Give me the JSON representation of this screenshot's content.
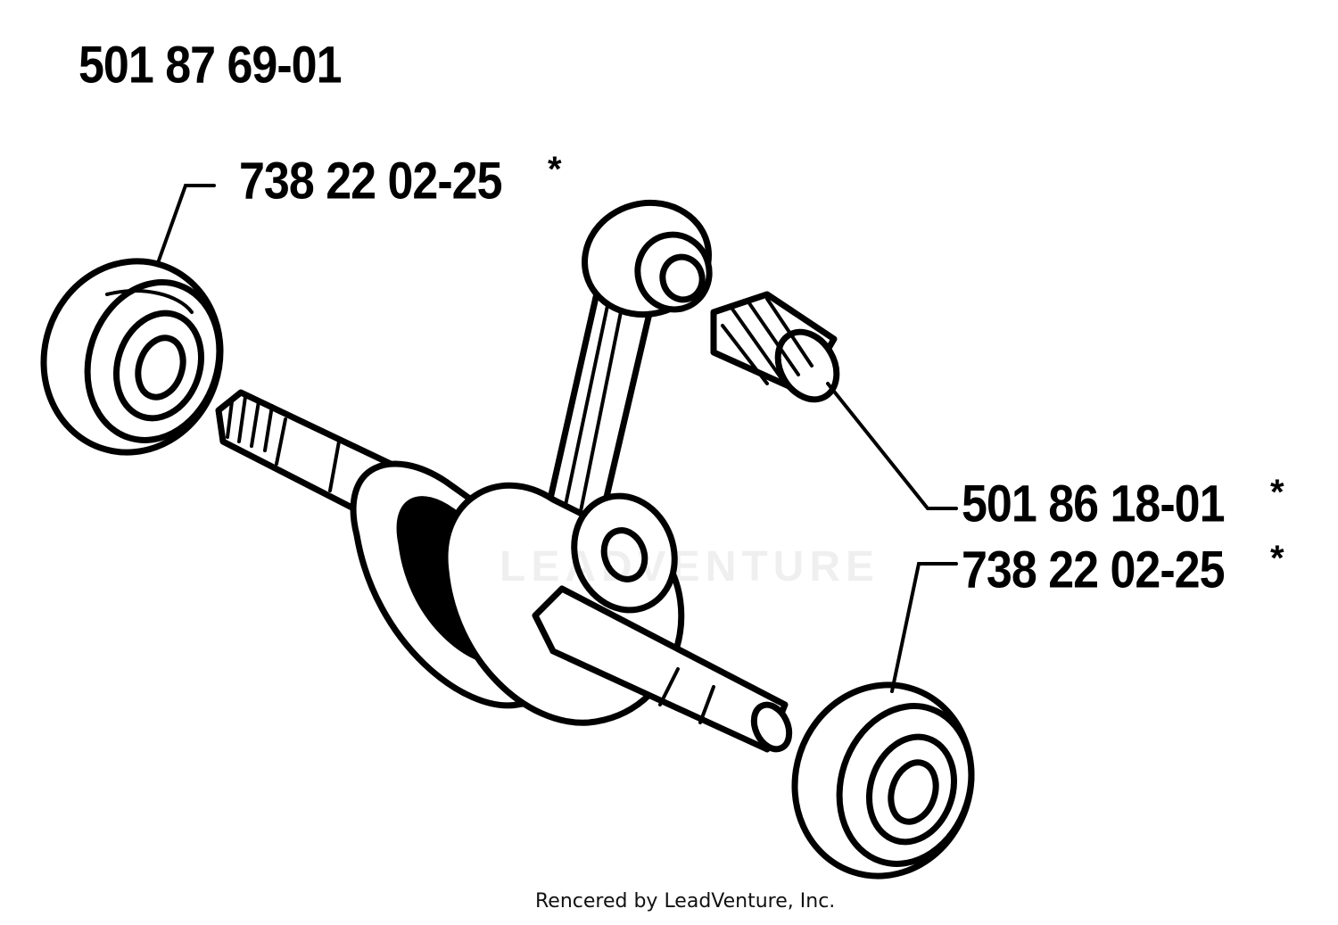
{
  "assembly": {
    "part_number": "501 87 69-01"
  },
  "callouts": [
    {
      "part_number": "738 22 02-25",
      "marker": "*",
      "part": "bearing-top-left"
    },
    {
      "part_number": "501 86 18-01",
      "marker": "*",
      "part": "needle-bearing"
    },
    {
      "part_number": "738 22 02-25",
      "marker": "*",
      "part": "bearing-bottom-right"
    }
  ],
  "watermark": {
    "text": "LEADVENTURE"
  },
  "footer": {
    "text": "Rencered by LeadVenture, Inc."
  },
  "colors": {
    "ink": "#000000",
    "paper": "#ffffff"
  }
}
